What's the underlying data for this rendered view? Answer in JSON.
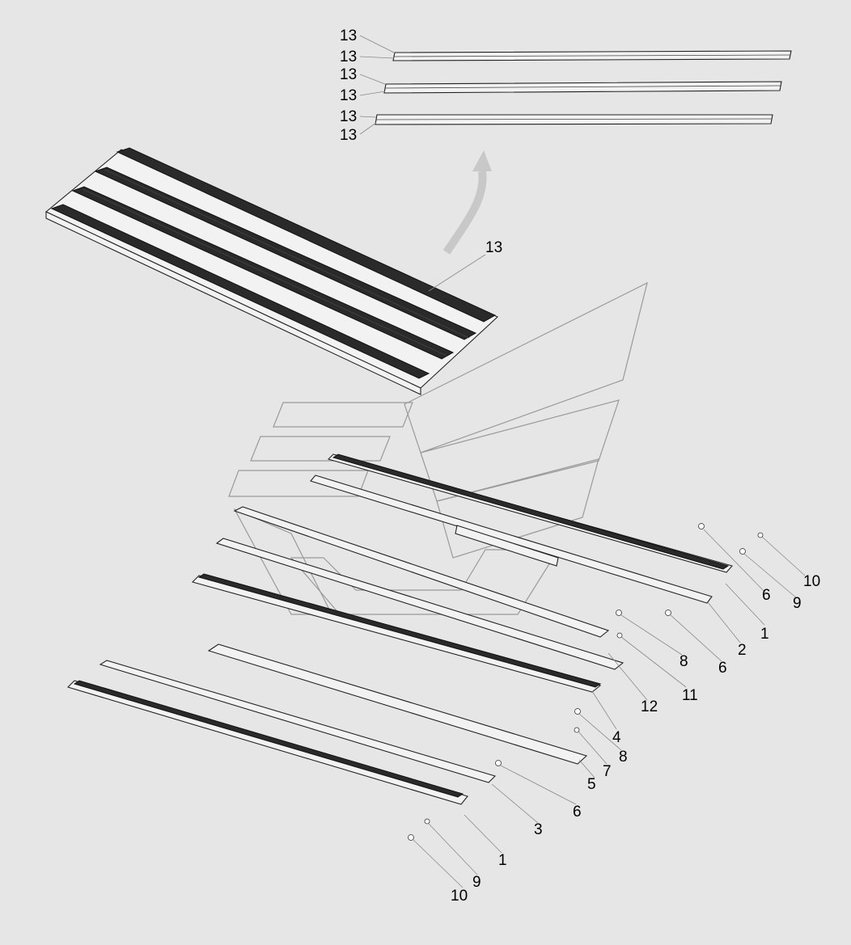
{
  "diagram": {
    "callouts": [
      {
        "id": "c13a",
        "text": "13"
      },
      {
        "id": "c13b",
        "text": "13"
      },
      {
        "id": "c13c",
        "text": "13"
      },
      {
        "id": "c13d",
        "text": "13"
      },
      {
        "id": "c13e",
        "text": "13"
      },
      {
        "id": "c13f",
        "text": "13"
      },
      {
        "id": "c13g",
        "text": "13"
      },
      {
        "id": "c10a",
        "text": "10"
      },
      {
        "id": "c6a",
        "text": "6"
      },
      {
        "id": "c9a",
        "text": "9"
      },
      {
        "id": "c1a",
        "text": "1"
      },
      {
        "id": "c2",
        "text": "2"
      },
      {
        "id": "c6b",
        "text": "6"
      },
      {
        "id": "c8a",
        "text": "8"
      },
      {
        "id": "c11",
        "text": "11"
      },
      {
        "id": "c12",
        "text": "12"
      },
      {
        "id": "c4",
        "text": "4"
      },
      {
        "id": "c8b",
        "text": "8"
      },
      {
        "id": "c7",
        "text": "7"
      },
      {
        "id": "c5",
        "text": "5"
      },
      {
        "id": "c6c",
        "text": "6"
      },
      {
        "id": "c3",
        "text": "3"
      },
      {
        "id": "c1b",
        "text": "1"
      },
      {
        "id": "c9b",
        "text": "9"
      },
      {
        "id": "c10b",
        "text": "10"
      }
    ]
  }
}
